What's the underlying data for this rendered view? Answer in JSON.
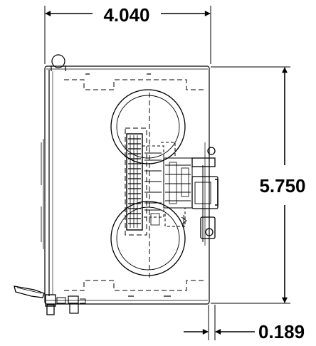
{
  "dimensions": {
    "width": "4.040",
    "height": "5.750",
    "offset": "0.189"
  }
}
